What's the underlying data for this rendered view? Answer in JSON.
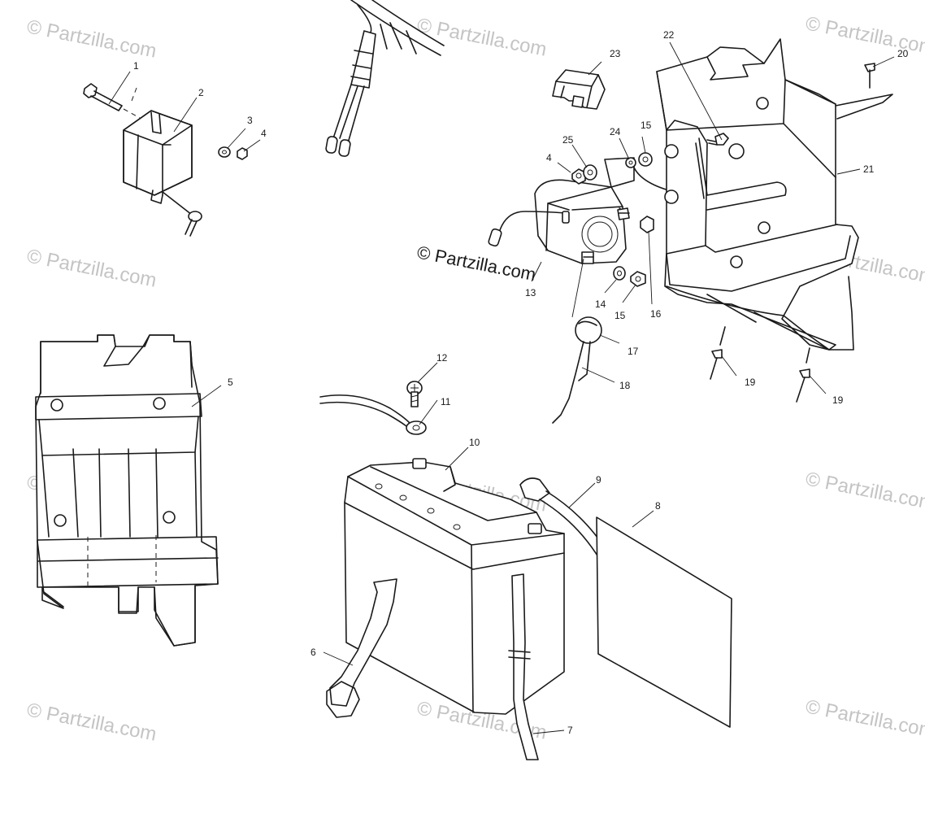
{
  "watermark": {
    "text": "© Partzilla.com",
    "main_text": "© Partzilla.com"
  },
  "callouts": {
    "c1": "1",
    "c2": "2",
    "c3": "3",
    "c4a": "4",
    "c4b": "4",
    "c5": "5",
    "c6": "6",
    "c7": "7",
    "c8": "8",
    "c9": "9",
    "c10": "10",
    "c11": "11",
    "c12": "12",
    "c13": "13",
    "c14": "14",
    "c15a": "15",
    "c15b": "15",
    "c16": "16",
    "c17": "17",
    "c18": "18",
    "c19a": "19",
    "c19b": "19",
    "c20": "20",
    "c21": "21",
    "c22": "22",
    "c23": "23",
    "c24": "24",
    "c25": "25"
  }
}
